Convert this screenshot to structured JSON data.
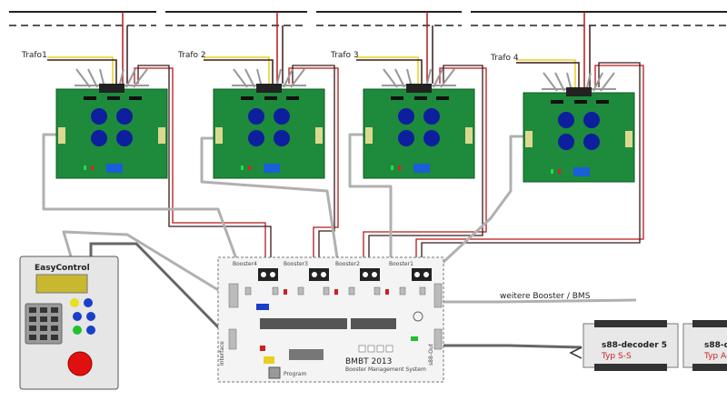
{
  "transformers": [
    {
      "label": "Trafo1"
    },
    {
      "label": "Trafo 2"
    },
    {
      "label": "Trafo 3"
    },
    {
      "label": "Trafo 4"
    }
  ],
  "easycontrol": {
    "title": "EasyControl"
  },
  "bmbt": {
    "booster_labels": [
      "Booster4",
      "Booster3",
      "Booster2",
      "Booster1"
    ],
    "interface_label": "Interface",
    "s88_label": "s88-Out",
    "title": "BMBT 2013",
    "subtitle": "Booster Management System",
    "program_label": "Program"
  },
  "more_boosters_label": "weitere Booster / BMS",
  "s88_decoders": [
    {
      "name": "s88-decoder 5",
      "type": "Typ S-S"
    },
    {
      "name": "s88-d",
      "type": "Typ A-"
    }
  ],
  "colors": {
    "board": "#1e8a3c",
    "wire_red": "#b81818",
    "wire_dark": "#3a1a1a",
    "wire_yellow": "#e8d020",
    "ribbon": "#b0b0b0",
    "track": "#222222"
  }
}
